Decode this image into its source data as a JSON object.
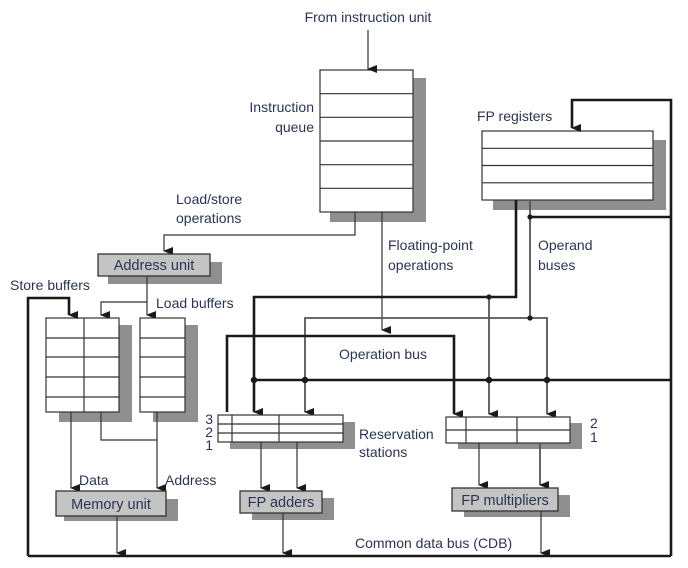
{
  "title": "Tomasulo FP unit block diagram",
  "labels": {
    "from_instruction_unit": "From instruction unit",
    "instruction_queue_line1": "Instruction",
    "instruction_queue_line2": "queue",
    "fp_registers": "FP registers",
    "load_store_line1": "Load/store",
    "load_store_line2": "operations",
    "floating_point_line1": "Floating-point",
    "floating_point_line2": "operations",
    "operand_buses_line1": "Operand",
    "operand_buses_line2": "buses",
    "address_unit": "Address unit",
    "store_buffers": "Store buffers",
    "load_buffers": "Load buffers",
    "operation_bus": "Operation bus",
    "reservation_line1": "Reservation",
    "reservation_line2": "stations",
    "data": "Data",
    "address": "Address",
    "memory_unit": "Memory unit",
    "fp_adders": "FP adders",
    "fp_multipliers": "FP multipliers",
    "cdb": "Common data bus (CDB)"
  },
  "adder_rs_numbers": [
    "3",
    "2",
    "1"
  ],
  "mult_rs_numbers": [
    "2",
    "1"
  ],
  "structure": {
    "instruction_queue_rows": 6,
    "fp_register_rows": 4,
    "store_buffer_rows": 5,
    "load_buffer_rows": 5
  }
}
